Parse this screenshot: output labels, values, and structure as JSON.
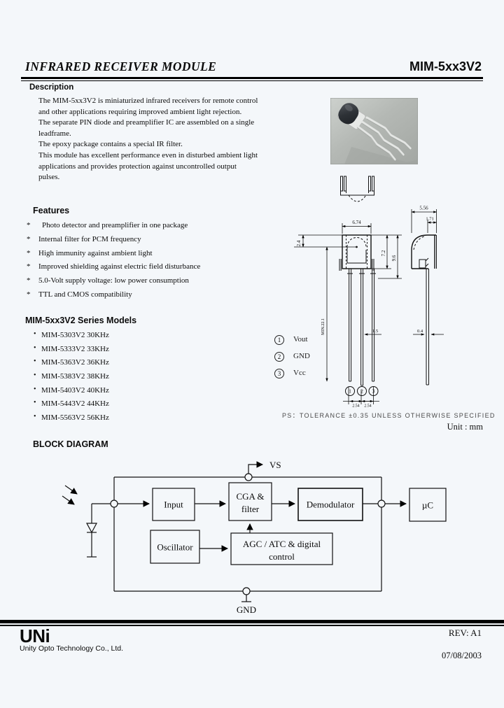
{
  "header": {
    "title": "INFRARED RECEIVER MODULE",
    "part_number": "MIM-5xx3V2"
  },
  "description": {
    "heading": "Description",
    "paragraphs": [
      "The MIM-5xx3V2 is miniaturized infrared receivers for remote control and other applications requiring improved ambient light rejection.",
      "The separate PIN diode and preamplifier IC are assembled on a single leadframe.",
      "The epoxy package contains a special IR filter.",
      "This module has excellent performance even in disturbed ambient light applications and provides protection against uncontrolled output pulses."
    ]
  },
  "features": {
    "heading": "Features",
    "bullet": "*",
    "items": [
      "Photo detector and preamplifier in one package",
      "Internal filter for PCM frequency",
      "High immunity against ambient light",
      "Improved shielding against electric field disturbance",
      "5.0-Volt supply voltage: low power consumption",
      "TTL and CMOS compatibility"
    ]
  },
  "models": {
    "heading": "MIM-5xx3V2 Series Models",
    "bullet": "•",
    "items": [
      "MIM-5303V2 30KHz",
      "MIM-5333V2 33KHz",
      "MIM-5363V2 36KHz",
      "MIM-5383V2 38KHz",
      "MIM-5403V2 40KHz",
      "MIM-5443V2 44KHz",
      "MIM-5563V2 56KHz"
    ]
  },
  "pin_legend": {
    "pins": [
      {
        "number": "1",
        "label": "Vout"
      },
      {
        "number": "2",
        "label": "GND"
      },
      {
        "number": "3",
        "label": "Vcc"
      }
    ]
  },
  "drawing": {
    "tolerance_note": "PS：TOLERANCE ±0.35 UNLESS OTHERWISE SPECIFIED",
    "unit_note": "Unit : mm",
    "dims": {
      "front_width": "6.74",
      "body_height": "7.2",
      "total_height": "9.6",
      "dome_center": "2.4",
      "lead_length_min": "MIN.22.1",
      "pin_pitch_1": "2.54",
      "pin_pitch_2": "2.54",
      "lead_width": "1.5",
      "side_width": "5.56",
      "window_offset": "1.71",
      "lead_thickness": "0.4"
    }
  },
  "block_diagram": {
    "heading": "BLOCK DIAGRAM",
    "labels": {
      "vs": "VS",
      "gnd": "GND",
      "input": "Input",
      "cga_line1": "CGA &",
      "cga_line2": "filter",
      "demodulator": "Demodulator",
      "micro": "µC",
      "oscillator": "Oscillator",
      "agc_line1": "AGC / ATC & digital",
      "agc_line2": "control"
    }
  },
  "footer": {
    "logo": "UNi",
    "company": "Unity Opto Technology Co., Ltd.",
    "revision": "REV: A1",
    "date": "07/08/2003"
  },
  "colors": {
    "page_bg": "#f4f7fa",
    "ink": "#000000",
    "photo_bg": "#b9bdb9"
  }
}
